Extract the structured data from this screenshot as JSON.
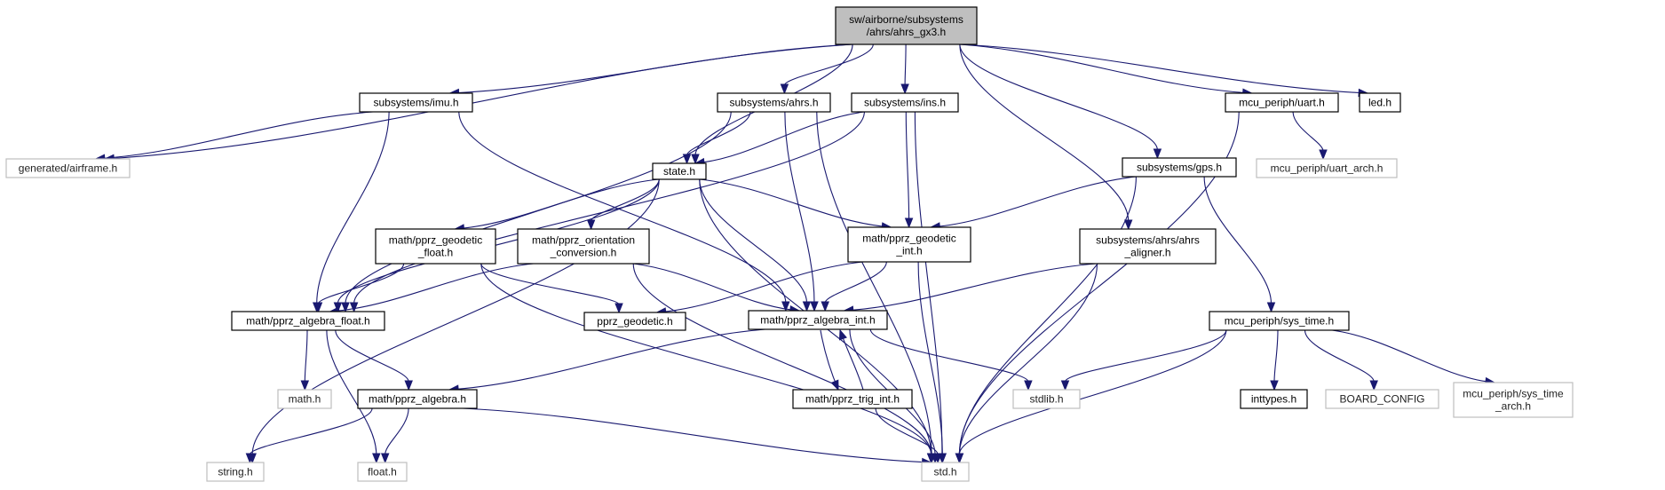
{
  "diagram": {
    "title": "",
    "colors": {
      "edge": "#191970",
      "root_fill": "#bfbfbf",
      "node_border": "#000000",
      "external_border": "#bfbfbf"
    },
    "nodes": [
      {
        "id": "root",
        "lines": [
          "sw/airborne/subsystems",
          "/ahrs/ahrs_gx3.h"
        ],
        "kind": "root"
      },
      {
        "id": "imu",
        "lines": [
          "subsystems/imu.h"
        ],
        "kind": "normal"
      },
      {
        "id": "ahrs",
        "lines": [
          "subsystems/ahrs.h"
        ],
        "kind": "normal"
      },
      {
        "id": "ins",
        "lines": [
          "subsystems/ins.h"
        ],
        "kind": "normal"
      },
      {
        "id": "uart",
        "lines": [
          "mcu_periph/uart.h"
        ],
        "kind": "normal"
      },
      {
        "id": "led",
        "lines": [
          "led.h"
        ],
        "kind": "normal"
      },
      {
        "id": "airframe",
        "lines": [
          "generated/airframe.h"
        ],
        "kind": "external"
      },
      {
        "id": "state",
        "lines": [
          "state.h"
        ],
        "kind": "normal"
      },
      {
        "id": "gps",
        "lines": [
          "subsystems/gps.h"
        ],
        "kind": "normal"
      },
      {
        "id": "uart_arch",
        "lines": [
          "mcu_periph/uart_arch.h"
        ],
        "kind": "external"
      },
      {
        "id": "geo_float",
        "lines": [
          "math/pprz_geodetic",
          "_float.h"
        ],
        "kind": "normal"
      },
      {
        "id": "orient",
        "lines": [
          "math/pprz_orientation",
          "_conversion.h"
        ],
        "kind": "normal"
      },
      {
        "id": "geo_int",
        "lines": [
          "math/pprz_geodetic",
          "_int.h"
        ],
        "kind": "normal"
      },
      {
        "id": "aligner",
        "lines": [
          "subsystems/ahrs/ahrs",
          "_aligner.h"
        ],
        "kind": "normal"
      },
      {
        "id": "alg_float",
        "lines": [
          "math/pprz_algebra_float.h"
        ],
        "kind": "normal"
      },
      {
        "id": "geodetic",
        "lines": [
          "pprz_geodetic.h"
        ],
        "kind": "normal"
      },
      {
        "id": "alg_int",
        "lines": [
          "math/pprz_algebra_int.h"
        ],
        "kind": "normal"
      },
      {
        "id": "sys_time",
        "lines": [
          "mcu_periph/sys_time.h"
        ],
        "kind": "normal"
      },
      {
        "id": "math",
        "lines": [
          "math.h"
        ],
        "kind": "external"
      },
      {
        "id": "alg",
        "lines": [
          "math/pprz_algebra.h"
        ],
        "kind": "normal"
      },
      {
        "id": "trig",
        "lines": [
          "math/pprz_trig_int.h"
        ],
        "kind": "normal"
      },
      {
        "id": "stdlib",
        "lines": [
          "stdlib.h"
        ],
        "kind": "external"
      },
      {
        "id": "inttypes",
        "lines": [
          "inttypes.h"
        ],
        "kind": "normal"
      },
      {
        "id": "board",
        "lines": [
          "BOARD_CONFIG"
        ],
        "kind": "external"
      },
      {
        "id": "sys_time_arch",
        "lines": [
          "mcu_periph/sys_time",
          "_arch.h"
        ],
        "kind": "external"
      },
      {
        "id": "string",
        "lines": [
          "string.h"
        ],
        "kind": "external"
      },
      {
        "id": "float",
        "lines": [
          "float.h"
        ],
        "kind": "external"
      },
      {
        "id": "std",
        "lines": [
          "std.h"
        ],
        "kind": "external"
      }
    ],
    "edges": [
      [
        "root",
        "imu"
      ],
      [
        "root",
        "ahrs"
      ],
      [
        "root",
        "ins"
      ],
      [
        "root",
        "uart"
      ],
      [
        "root",
        "led"
      ],
      [
        "root",
        "airframe"
      ],
      [
        "root",
        "state"
      ],
      [
        "root",
        "gps"
      ],
      [
        "root",
        "aligner"
      ],
      [
        "imu",
        "airframe"
      ],
      [
        "imu",
        "alg_float"
      ],
      [
        "imu",
        "alg_int"
      ],
      [
        "ahrs",
        "state"
      ],
      [
        "ahrs",
        "alg_float"
      ],
      [
        "ahrs",
        "alg_int"
      ],
      [
        "ahrs",
        "std"
      ],
      [
        "ins",
        "state"
      ],
      [
        "ins",
        "alg_float"
      ],
      [
        "ins",
        "geo_int"
      ],
      [
        "ins",
        "std"
      ],
      [
        "uart",
        "uart_arch"
      ],
      [
        "uart",
        "std"
      ],
      [
        "state",
        "string"
      ],
      [
        "state",
        "alg_float"
      ],
      [
        "state",
        "geo_float"
      ],
      [
        "state",
        "orient"
      ],
      [
        "state",
        "geo_int"
      ],
      [
        "state",
        "alg_int"
      ],
      [
        "state",
        "std"
      ],
      [
        "gps",
        "geo_int"
      ],
      [
        "gps",
        "sys_time"
      ],
      [
        "gps",
        "std"
      ],
      [
        "geo_float",
        "alg_float"
      ],
      [
        "geo_float",
        "geodetic"
      ],
      [
        "geo_float",
        "std"
      ],
      [
        "orient",
        "alg_float"
      ],
      [
        "orient",
        "alg_int"
      ],
      [
        "orient",
        "std"
      ],
      [
        "geo_int",
        "geodetic"
      ],
      [
        "geo_int",
        "alg_int"
      ],
      [
        "geo_int",
        "std"
      ],
      [
        "aligner",
        "alg_int"
      ],
      [
        "aligner",
        "std"
      ],
      [
        "alg_float",
        "math"
      ],
      [
        "alg_float",
        "alg"
      ],
      [
        "alg_float",
        "float"
      ],
      [
        "alg_int",
        "alg"
      ],
      [
        "alg_int",
        "trig"
      ],
      [
        "alg_int",
        "stdlib"
      ],
      [
        "alg_int",
        "std"
      ],
      [
        "trig",
        "alg_int"
      ],
      [
        "trig",
        "std"
      ],
      [
        "sys_time",
        "stdlib"
      ],
      [
        "sys_time",
        "inttypes"
      ],
      [
        "sys_time",
        "board"
      ],
      [
        "sys_time",
        "sys_time_arch"
      ],
      [
        "sys_time",
        "std"
      ],
      [
        "alg",
        "string"
      ],
      [
        "alg",
        "float"
      ],
      [
        "alg",
        "std"
      ]
    ]
  }
}
